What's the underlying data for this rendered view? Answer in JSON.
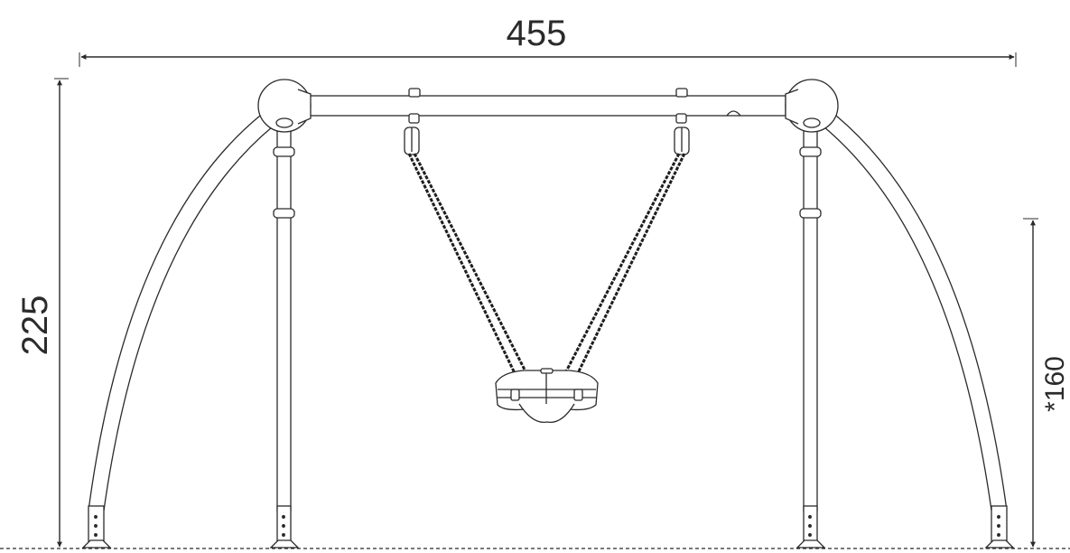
{
  "dimensions": {
    "width_label": "455",
    "height_label": "225",
    "seat_height_label": "*160"
  },
  "colors": {
    "line": "#2b2b2b",
    "chain": "#1e1e1e",
    "background": "#ffffff"
  }
}
